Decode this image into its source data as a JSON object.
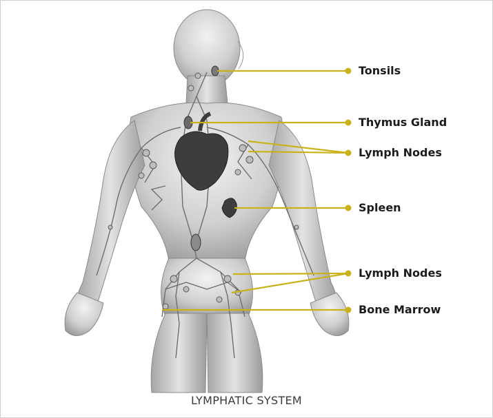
{
  "labels": {
    "tonsils": "Tonsils",
    "thymus": "Thymus Gland",
    "lymph_nodes_upper": "Lymph Nodes",
    "spleen": "Spleen",
    "lymph_nodes_lower": "Lymph Nodes",
    "bone_marrow": "Bone Marrow"
  },
  "caption": "LYMPHATIC SYSTEM",
  "colors": {
    "leader": "#c9b21a",
    "body_light": "#e6e6e6",
    "body_dark": "#8c8c8c",
    "organ": "#3d3d3d"
  }
}
